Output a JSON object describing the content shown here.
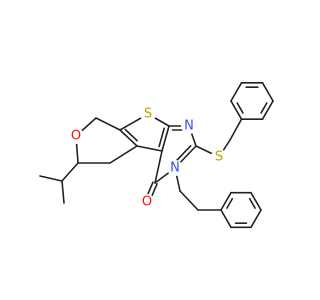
{
  "molecule": {
    "colors": {
      "bond": "#222222",
      "S": "#b8a200",
      "N": "#3050f8",
      "O": "#ff0d0d",
      "background": "#ffffff"
    },
    "atom_labels": {
      "thiophene_sulfur": "S",
      "thioether_sulfur": "S",
      "ring_nitrogen_1": "N",
      "ring_nitrogen_3": "N",
      "pyran_oxygen": "O",
      "carbonyl_oxygen": "O"
    }
  }
}
